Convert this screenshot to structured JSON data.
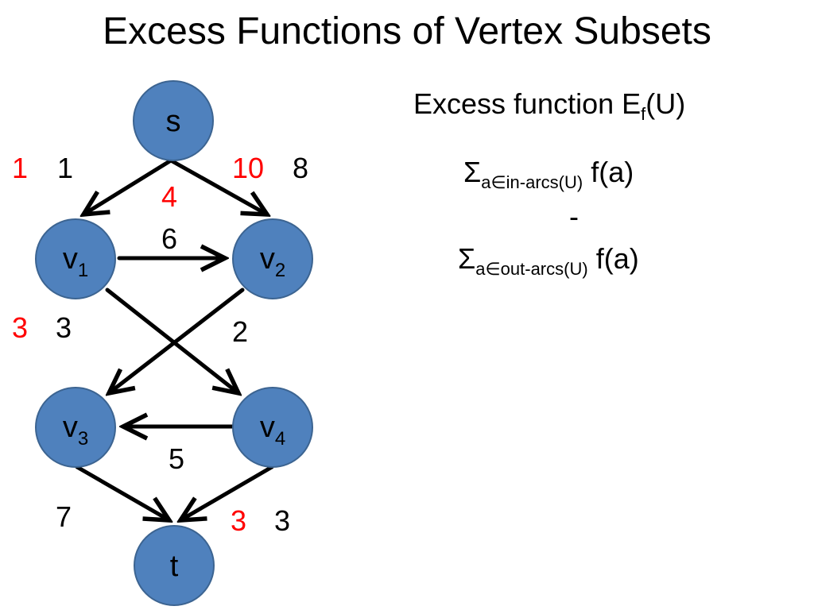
{
  "title": "Excess Functions of Vertex Subsets",
  "nodes": [
    {
      "id": "s",
      "label": "s",
      "sub": ""
    },
    {
      "id": "v1",
      "label": "v",
      "sub": "1"
    },
    {
      "id": "v2",
      "label": "v",
      "sub": "2"
    },
    {
      "id": "v3",
      "label": "v",
      "sub": "3"
    },
    {
      "id": "v4",
      "label": "v",
      "sub": "4"
    },
    {
      "id": "t",
      "label": "t",
      "sub": ""
    }
  ],
  "edges": [
    {
      "from": "s",
      "to": "v1",
      "flow": "1",
      "capacity": "1"
    },
    {
      "from": "s",
      "to": "v2",
      "flow": "10",
      "capacity": "8"
    },
    {
      "from": "v1",
      "to": "v2",
      "flow": "",
      "capacity": "6"
    },
    {
      "from": "v1",
      "to": "v4",
      "flow": "3",
      "capacity": "3"
    },
    {
      "from": "v2",
      "to": "v3",
      "flow": "",
      "capacity": "2"
    },
    {
      "from": "v4",
      "to": "v3",
      "flow": "",
      "capacity": "5"
    },
    {
      "from": "v3",
      "to": "t",
      "flow": "",
      "capacity": "7"
    },
    {
      "from": "v4",
      "to": "t",
      "flow": "3",
      "capacity": "3"
    }
  ],
  "extra_flow_label": "4",
  "colors": {
    "node": "#4f81bd",
    "flow": "#ff0000"
  },
  "formula": {
    "heading_main": "Excess function E",
    "heading_sub": "f",
    "heading_arg": "(U)",
    "sigma": "Σ",
    "in_sub": "a∈in-arcs(U)",
    "in_term": "f(a)",
    "minus": "-",
    "out_sub": "a∈out-arcs(U)",
    "out_term": "f(a)"
  }
}
